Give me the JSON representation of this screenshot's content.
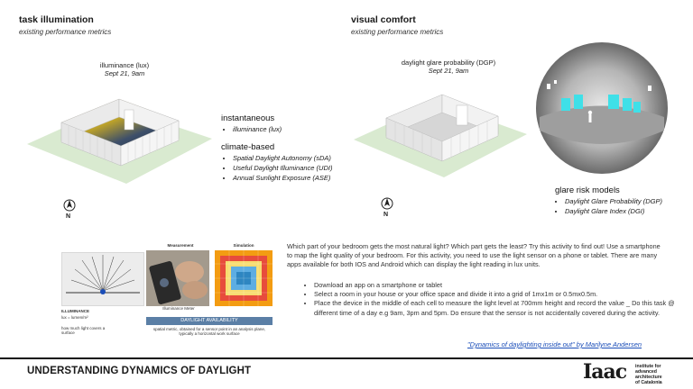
{
  "left": {
    "title": "task illumination",
    "subtitle": "existing performance metrics",
    "caption_title": "illuminance (lux)",
    "caption_date": "Sept 21, 9am",
    "instantaneous_heading": "instantaneous",
    "instantaneous_items": [
      "illuminance (lux)"
    ],
    "climate_heading": "climate-based",
    "climate_items": [
      "Spatial Daylight Autonomy (sDA)",
      "Useful Daylight Illuminance (UDI)",
      "Annual Sunlight Exposure (ASE)"
    ],
    "north_label": "N"
  },
  "right": {
    "title": "visual comfort",
    "subtitle": "existing performance metrics",
    "caption_title": "daylight glare probability (DGP)",
    "caption_date": "Sept 21, 9am",
    "glare_heading": "glare risk models",
    "glare_items": [
      "Daylight Glare Probability (DGP)",
      "Daylight Glare Index (DGI)"
    ],
    "north_label": "N"
  },
  "panel": {
    "measurement_label": "Measurement",
    "simulation_label": "Simulation",
    "illuminance_label": "ILLUMINANCE",
    "illuminance_formula": "lux = lumen/m²",
    "illuminance_note": "how much light covers a surface",
    "meter_label": "Illuminance Meter",
    "banner": "DAYLIGHT AVAILABILITY",
    "banner_note": "spatial metric, obtained for a sensor point in an analysis plane, typically a horizontal work surface"
  },
  "activity": {
    "paragraph": "Which part of your bedroom gets the most natural light? Which part gets the least? Try this activity to find out! Use a smartphone to map the light quality of your bedroom. For this activity, you need to use the light sensor on a phone or tablet. There are many apps available for both IOS and Android which can display the light reading in lux units.",
    "steps": [
      "Download an app on a smartphone or tablet",
      "Select a room in your house or your office space and divide it into a grid of 1mx1m or 0.5mx0.5m.",
      "Place the device in the middle of each cell to measure the light level at 700mm height and record the value _ Do this task @ different time of a day e.g 9am, 3pm and 5pm. Do ensure that the sensor is not accidentally covered during the activity."
    ]
  },
  "reference_link": "\"Dynamics of daylighting inside out\" by Marilyne Andersen",
  "footer": {
    "title": "UNDERSTANDING DYNAMICS OF DAYLIGHT",
    "logo_word": "Iaac",
    "logo_lines": [
      "institute for",
      "advanced",
      "architecture",
      "of Catalonia"
    ]
  },
  "colors": {
    "link": "#1a4db8",
    "heat_hot": "#c0392b",
    "heat_warm": "#f1c40f",
    "heat_cool": "#2c3e50",
    "glare_cyan": "#3fe0e8"
  }
}
